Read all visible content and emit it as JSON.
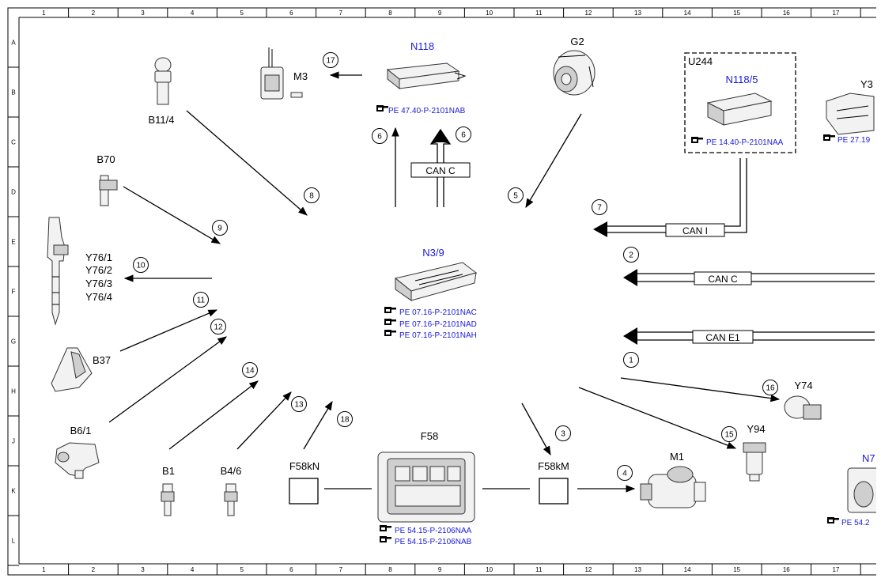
{
  "grid": {
    "columns": [
      "1",
      "2",
      "3",
      "4",
      "5",
      "6",
      "7",
      "8",
      "9",
      "10",
      "11",
      "12",
      "13",
      "14",
      "15",
      "16",
      "17"
    ],
    "rows": [
      "A",
      "B",
      "C",
      "D",
      "E",
      "F",
      "G",
      "H",
      "J",
      "K",
      "L"
    ]
  },
  "components": {
    "N118": {
      "label": "N118",
      "refs": [
        "PE 47.40-P-2101NAB"
      ]
    },
    "M3": {
      "label": "M3"
    },
    "G2": {
      "label": "G2"
    },
    "U244": {
      "label": "U244"
    },
    "N118_5": {
      "label": "N118/5",
      "refs": [
        "PE 14.40-P-2101NAA"
      ]
    },
    "Y3": {
      "label": "Y3",
      "refs": [
        "PE 27.19"
      ]
    },
    "B11_4": {
      "label": "B11/4"
    },
    "B70": {
      "label": "B70"
    },
    "Y76": {
      "labels": [
        "Y76/1",
        "Y76/2",
        "Y76/3",
        "Y76/4"
      ]
    },
    "N3_9": {
      "label": "N3/9",
      "refs": [
        "PE 07.16-P-2101NAC",
        "PE 07.16-P-2101NAD",
        "PE 07.16-P-2101NAH"
      ]
    },
    "B37": {
      "label": "B37"
    },
    "B6_1": {
      "label": "B6/1"
    },
    "B1": {
      "label": "B1"
    },
    "B4_6": {
      "label": "B4/6"
    },
    "F58kN": {
      "label": "F58kN"
    },
    "F58": {
      "label": "F58",
      "refs": [
        "PE 54.15-P-2106NAA",
        "PE 54.15-P-2106NAB"
      ]
    },
    "F58kM": {
      "label": "F58kM"
    },
    "M1": {
      "label": "M1"
    },
    "Y94": {
      "label": "Y94"
    },
    "Y74": {
      "label": "Y74"
    },
    "N7": {
      "label": "N7",
      "refs": [
        "PE 54.2"
      ]
    }
  },
  "buses": {
    "can_c_top": "CAN C",
    "can_i": "CAN I",
    "can_c_right": "CAN C",
    "can_e1": "CAN E1"
  },
  "markers": [
    "1",
    "2",
    "3",
    "4",
    "5",
    "6",
    "6",
    "7",
    "8",
    "9",
    "10",
    "11",
    "12",
    "13",
    "14",
    "15",
    "16",
    "17",
    "18"
  ]
}
